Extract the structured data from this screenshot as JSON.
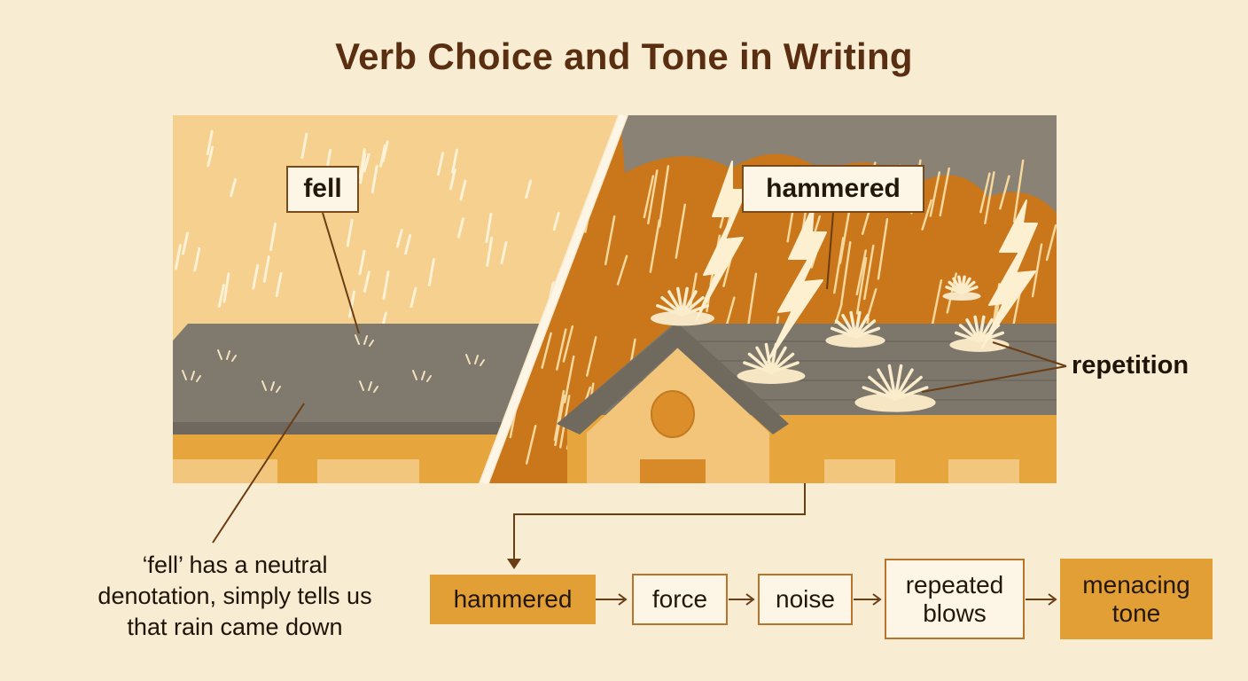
{
  "title": "Verb Choice and Tone in Writing",
  "labels": {
    "fell": "fell",
    "hammered": "hammered",
    "repetition": "repetition"
  },
  "caption": {
    "line1": "‘fell’ has a neutral",
    "line2": "denotation, simply tells us",
    "line3": "that rain came down"
  },
  "flow": {
    "step1": "hammered",
    "step2": "force",
    "step3": "noise",
    "step4_line1": "repeated",
    "step4_line2": "blows",
    "step5_line1": "menacing",
    "step5_line2": "tone"
  },
  "colors": {
    "background": "#f8ecd3",
    "calm_sky": "#f5d08e",
    "storm_sky": "#c9771a",
    "storm_cloud": "#8a8274",
    "roof": "#807a6e",
    "wall": "#e7a53d",
    "accent": "#e29f35",
    "ink": "#5a2e10"
  },
  "icons": [
    "raindrop-icon",
    "lightning-icon",
    "splash-icon",
    "storm-cloud-icon",
    "arrow-icon"
  ]
}
